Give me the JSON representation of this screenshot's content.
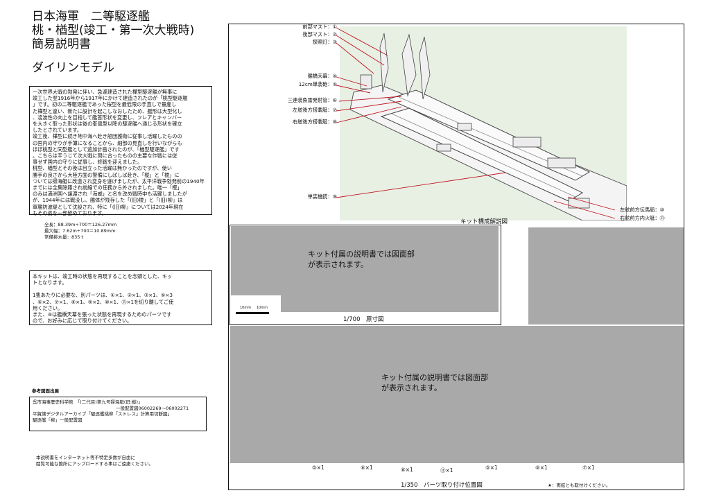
{
  "header": {
    "line1": "日本海軍　二等駆逐艦",
    "line2": "桃・楢型(竣工・第一次大戦時)",
    "line3": "簡易説明書",
    "brand": "ダイリンモデル"
  },
  "intro": {
    "lines": [
      "一次世界大戦の勃発に伴い、急遽建造された樺型駆逐艦が無事に",
      "竣工した翌1916年から1917年にかけて建造されたのが「桃型駆逐艦",
      "」です。初の二等駆逐艦であった桜型を最低限の手直しで量産し",
      "た樺型と違い、新たに設計を起こしなおしたため、艦形は大型化し",
      "、凌波性の向上を目指して艦首形状を変更し、フレアとキャンバー",
      "を大きく取った形状は後の峯風型以降の駆逐艦へ通じる形状を確立",
      "したとされています。",
      "竣工後、樺型に続き地中海へ赴き船団護衛に従事し活躍したものの",
      "の国内の守りが手薄になることから、細部の見直しを行いながらも",
      "ほぼ桃型と同型艦として追加計画されたのが、「楢型駆逐艦」です",
      "。こちらは辛うじて次大戦に間に合ったものの主要な作戦には従",
      "事せず国内の守りに従事し、終戦を迎えました。",
      "桃型、楢型とその後は目立った活躍は無かったのですが、使い",
      "勝手の良さから大陸方面の警備にしばしば赴き、「樅」と「榎」に",
      "ついては掃海艇に改造され変身を遂げましたが、太平洋戦争勃発前の1940年",
      "までには全集除籍され前線での任務から外されました。唯一「樫」",
      "のみは満洲国へ譲渡され「海威」と名を改め戦時中も活躍しましたが",
      "が、1944年には戦没し、艦体が残存した「(旧)榎」と「(旧)柳」は",
      "軍艦防波堤として沈設され、特に「(旧)柳」については2024年現在",
      "もその姿を一部留めております。"
    ]
  },
  "specs": {
    "length": "全長：88.39m÷700＝126.27mm",
    "beam": "最大幅：7.62m÷700＝10.89mm",
    "displacement": "常備排水量：835ｔ"
  },
  "kit_note": {
    "lines": [
      "本キットは、竣工時の状態を再現することを念頭とした、キッ",
      "トとなります。",
      "",
      "1隻あたりに必要な、別パーツは、①×1、②×1、③×1、⑤×3",
      "、⑥×2、⑦×1、⑧×1、⑨×2、⑩×1、⑪×1を切り離してご使",
      "用ください。",
      "また、④は艦橋天幕を張った状態を再現するためのパーツです",
      "ので、お好みに応じて取り付けてください。"
    ]
  },
  "references": {
    "heading": "参考図面出展",
    "lines": [
      "呉市海事歴史科学館　「(二代目)第九号掃海艇(旧:樅)」",
      "一般配置図06002269～06002271",
      "平賀譲デジタルアーカイブ「駆逐艦桃柳「ストレス」計算用切断図」",
      "駆逐艦「柳」一般配置図"
    ]
  },
  "notice": {
    "line1": "本説明書をインターネット等不特定多数が自由に",
    "line2": "閲覧可能な箇所にアップロードする事はご遠慮ください。"
  },
  "kit_diagram": {
    "caption": "キット構成解説図",
    "labels_left": [
      "前部マスト：①",
      "後部マスト：②",
      "探照灯：③",
      "艦橋天幕：④",
      "12cm単装砲：⑤",
      "三連装魚雷発射管：⑥",
      "左舷後方搭載艇：⑦",
      "右舷後方搭載艇：⑧",
      "単装機銃：⑨"
    ],
    "labels_right": [
      "左舷前方伝馬船：⑩",
      "右舷前方内火艇：⑪"
    ]
  },
  "scale_drawing": {
    "placeholder_line1": "キット付属の説明書では図面部",
    "placeholder_line2": "が表示されます。",
    "scale_text_a": "10mm",
    "scale_text_b": "10mm",
    "caption": "1/700　原寸図"
  },
  "parts_drawing": {
    "placeholder_line1": "キット付属の説明書では図面部",
    "placeholder_line2": "が表示されます。",
    "part_marks": [
      "⑤×1",
      "⑥×1",
      "⑧×1",
      "⑪×1",
      "⑤×1",
      "⑥×1",
      "⑦×1"
    ],
    "caption": "1/350　パーツ取り付け位置図",
    "note": "★：両舷とも取付けください。"
  },
  "colors": {
    "placeholder_gray": "#a9a9a9",
    "callout_red": "#c0141e",
    "diagram_bg": "#e8f0e4"
  }
}
